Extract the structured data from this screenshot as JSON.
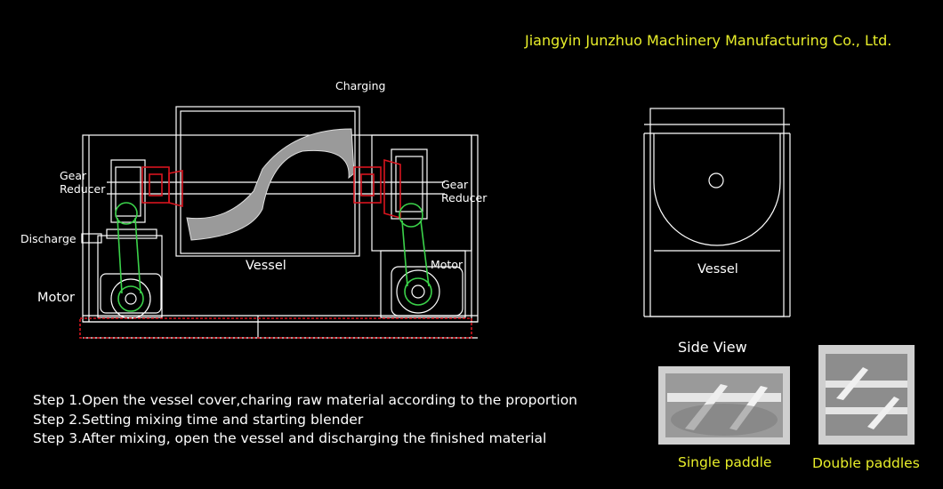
{
  "company": "Jiangyin Junzhuo Machinery Manufacturing Co., Ltd.",
  "colors": {
    "company_text": "#e8ee2a",
    "caption_text": "#e8ee2a",
    "lines": "#ffffff",
    "gear_red": "#d8141e",
    "belt_green": "#3bd24a",
    "paddle_gray": "#9a9a9a"
  },
  "front_view": {
    "charging": "Charging",
    "gear_reducer_left": [
      "Gear",
      "Reducer"
    ],
    "gear_reducer_right": [
      "Gear",
      "Reducer"
    ],
    "discharge": "Discharge",
    "vessel": "Vessel",
    "motor_left": "Motor",
    "motor_right": "Motor"
  },
  "side_view": {
    "vessel": "Vessel",
    "title": "Side View"
  },
  "steps": [
    "Step 1.Open the vessel cover,charing raw material according to the proportion",
    "Step 2.Setting mixing time and starting blender",
    "Step 3.After mixing, open the vessel and discharging the finished material"
  ],
  "photos": {
    "single": "Single paddle",
    "double": "Double paddles"
  }
}
